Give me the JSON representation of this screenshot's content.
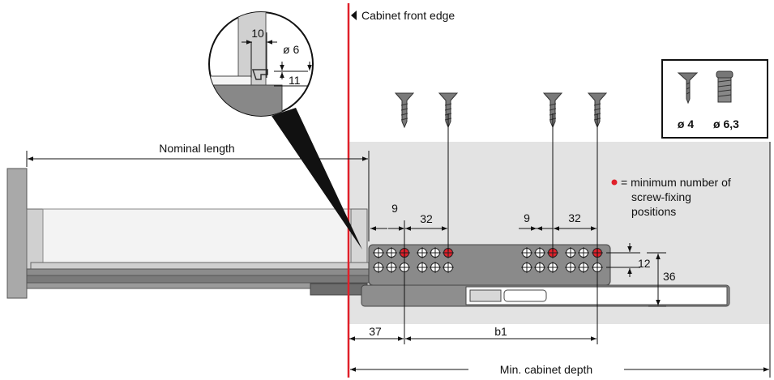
{
  "labels": {
    "cabinet_front_edge": "Cabinet front edge",
    "nominal_length": "Nominal length",
    "min_cabinet_depth": "Min. cabinet depth",
    "legend_line1": "= minimum number of",
    "legend_line2": "screw-fixing",
    "legend_line3": "positions"
  },
  "screws": {
    "small": "ø 4",
    "large": "ø 6,3"
  },
  "dimensions": {
    "detail_10": "10",
    "detail_phi6": "ø 6",
    "detail_11": "11",
    "left_9": "9",
    "left_32": "32",
    "right_9": "9",
    "right_32": "32",
    "hole_spacing_12": "12",
    "height_36": "36",
    "offset_37": "37",
    "b1": "b1"
  },
  "colors": {
    "front_edge_line": "#e0202a",
    "required_hole": "#e0202a",
    "cabinet_side": "#e3e3e3",
    "runner": "#8a8a8a",
    "runner_dark": "#6b6b6b",
    "drawer_light": "#c9c9c9"
  }
}
